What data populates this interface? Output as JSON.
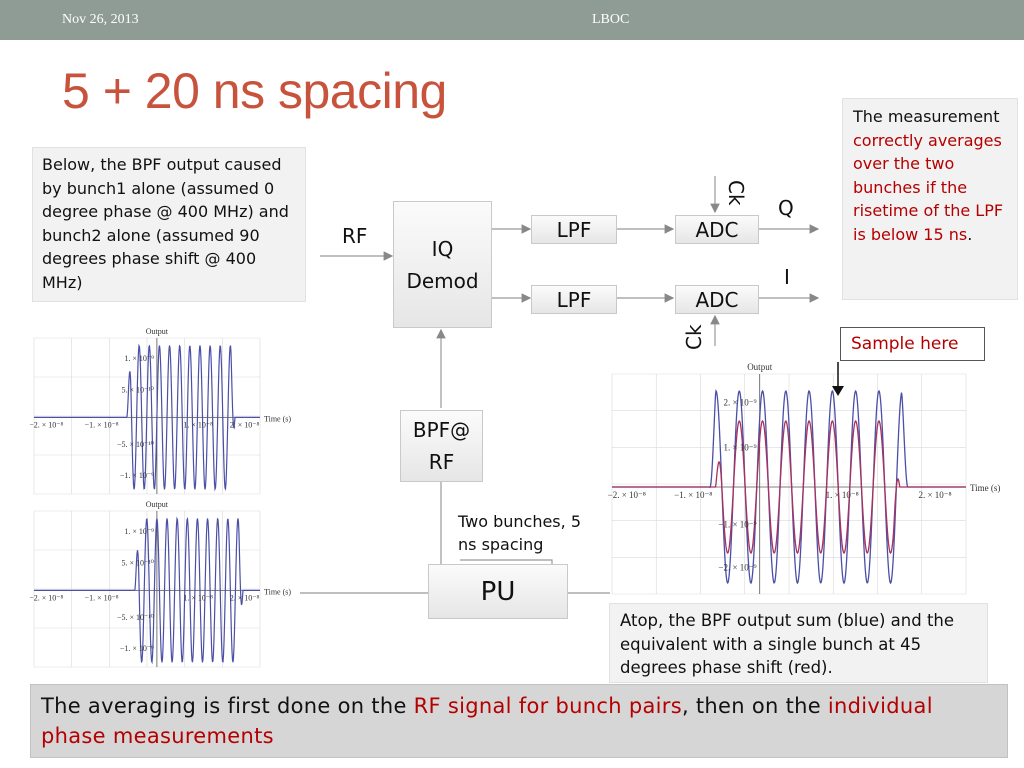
{
  "header": {
    "date": "Nov 26, 2013",
    "center": "LBOC"
  },
  "slide": {
    "title": "5 + 20 ns spacing",
    "left_note": "Below, the BPF output caused by bunch1 alone (assumed 0 degree phase @ 400 MHz) and bunch2 alone (assumed 90 degrees phase shift @ 400 MHz)",
    "right_note": {
      "p1": "The measurement ",
      "p2": "correctly averages over the two bunches if the risetime of the LPF is below 15 ns",
      "p3": "."
    },
    "sample_here": "Sample here",
    "atop_note": "Atop, the BPF output sum (blue) and the equivalent with a single bunch at 45 degrees phase shift (red).",
    "pu_caption": "Two bunches, 5 ns spacing",
    "bottom": {
      "p1": "The averaging is first done on the ",
      "p2": "RF signal for bunch pairs",
      "p3": ", then on the ",
      "p4": "individual phase measurements"
    }
  },
  "diagram": {
    "rf_label": "RF",
    "iq_demod": "IQ Demod",
    "lpf_top": "LPF",
    "lpf_bottom": "LPF",
    "adc_top": "ADC",
    "adc_bottom": "ADC",
    "ck_top": "Ck",
    "ck_bottom": "Ck",
    "q_label": "Q",
    "i_label": "I",
    "bpf": "BPF@ RF",
    "pu": "PU"
  },
  "plots": {
    "plot1": {
      "title": "Output",
      "xlabel": "Time (s)",
      "xticks": [
        "−2. × 10⁻⁸",
        "−1. × 10⁻⁸",
        "1. × 10⁻⁸",
        "2. × 10⁻⁸"
      ],
      "yticks": [
        "1. × 10⁻⁹",
        "5. × 10⁻¹⁰",
        "−5. × 10⁻¹⁰",
        "−1. × 10⁻⁹"
      ]
    },
    "plot2": {
      "title": "Output",
      "xlabel": "Time (s)",
      "xticks": [
        "−2. × 10⁻⁸",
        "−1. × 10⁻⁸",
        "1. × 10⁻⁸",
        "2. × 10⁻⁸"
      ],
      "yticks": [
        "1. × 10⁻⁹",
        "5. × 10⁻¹⁰",
        "−5. × 10⁻¹⁰",
        "−1. × 10⁻⁹"
      ]
    },
    "plot3": {
      "title": "Output",
      "xlabel": "Time (s)",
      "xticks": [
        "−2. × 10⁻⁸",
        "−1. × 10⁻⁸",
        "1. × 10⁻⁸",
        "2. × 10⁻⁸"
      ],
      "yticks": [
        "2. × 10⁻⁹",
        "1. × 10⁻⁹",
        "−1. × 10⁻⁹",
        "−2. × 10⁻⁹"
      ]
    }
  },
  "colors": {
    "title": "#c8533d",
    "highlight": "#b40000",
    "blue_trace": "#4b4fa6",
    "red_trace": "#a8315e",
    "bar": "#8f9c96"
  }
}
